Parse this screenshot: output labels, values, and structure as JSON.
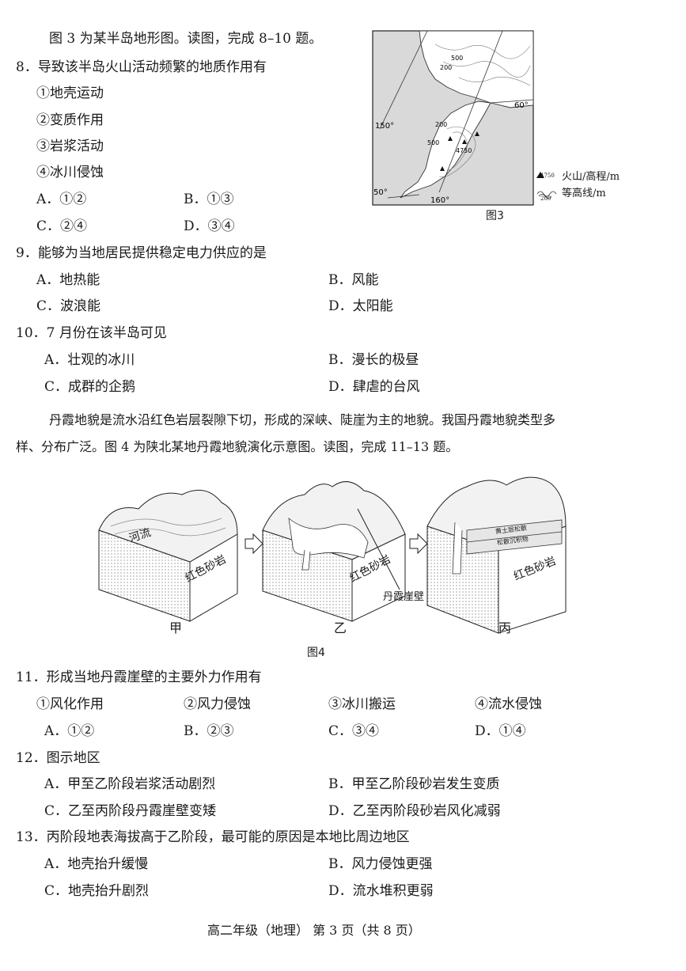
{
  "intro1": "图 3 为某半岛地形图。读图，完成 8–10 题。",
  "fig3": {
    "caption": "图3",
    "lat_labels": [
      "60°",
      "50°"
    ],
    "lon_labels": [
      "150°",
      "160°"
    ],
    "contour_labels": [
      "500",
      "200",
      "200",
      "500",
      "4750"
    ],
    "legend_volcano_value": "4750",
    "legend_volcano": "火山/高程/m",
    "legend_contour_value": "200",
    "legend_contour": "等高线/m"
  },
  "q8": {
    "stem": "8．导致该半岛火山活动频繁的地质作用有",
    "items": [
      "①地壳运动",
      "②变质作用",
      "③岩浆活动",
      "④冰川侵蚀"
    ],
    "options": [
      "A．①②",
      "B．①③",
      "C．②④",
      "D．③④"
    ]
  },
  "q9": {
    "stem": "9．能够为当地居民提供稳定电力供应的是",
    "options": [
      "A．地热能",
      "B．风能",
      "C．波浪能",
      "D．太阳能"
    ]
  },
  "q10": {
    "stem": "10．7 月份在该半岛可见",
    "options": [
      "A．壮观的冰川",
      "B．漫长的极昼",
      "C．成群的企鹅",
      "D．肆虐的台风"
    ]
  },
  "intro2_line1": "丹霞地貌是流水沿红色岩层裂隙下切，形成的深峡、陡崖为主的地貌。我国丹霞地貌类型多",
  "intro2_line2": "样、分布广泛。图 4 为陕北某地丹霞地貌演化示意图。读图，完成 11–13 题。",
  "fig4": {
    "caption": "图4",
    "river": "河流",
    "rock": "红色砂岩",
    "cliff": "丹霞崖壁",
    "layer1": "黄土层松散",
    "layer2": "松散沉积物",
    "stages": [
      "甲",
      "乙",
      "丙"
    ]
  },
  "q11": {
    "stem": "11．形成当地丹霞崖壁的主要外力作用有",
    "items": [
      "①风化作用",
      "②风力侵蚀",
      "③冰川搬运",
      "④流水侵蚀"
    ],
    "options": [
      "A．①②",
      "B．②③",
      "C．③④",
      "D．①④"
    ]
  },
  "q12": {
    "stem": "12．图示地区",
    "options": [
      "A．甲至乙阶段岩浆活动剧烈",
      "B．甲至乙阶段砂岩发生变质",
      "C．乙至丙阶段丹霞崖壁变矮",
      "D．乙至丙阶段砂岩风化减弱"
    ]
  },
  "q13": {
    "stem": "13．丙阶段地表海拔高于乙阶段，最可能的原因是本地比周边地区",
    "options": [
      "A．地壳抬升缓慢",
      "B．风力侵蚀更强",
      "C．地壳抬升剧烈",
      "D．流水堆积更弱"
    ]
  },
  "footer": "高二年级（地理） 第 3 页（共 8 页）"
}
